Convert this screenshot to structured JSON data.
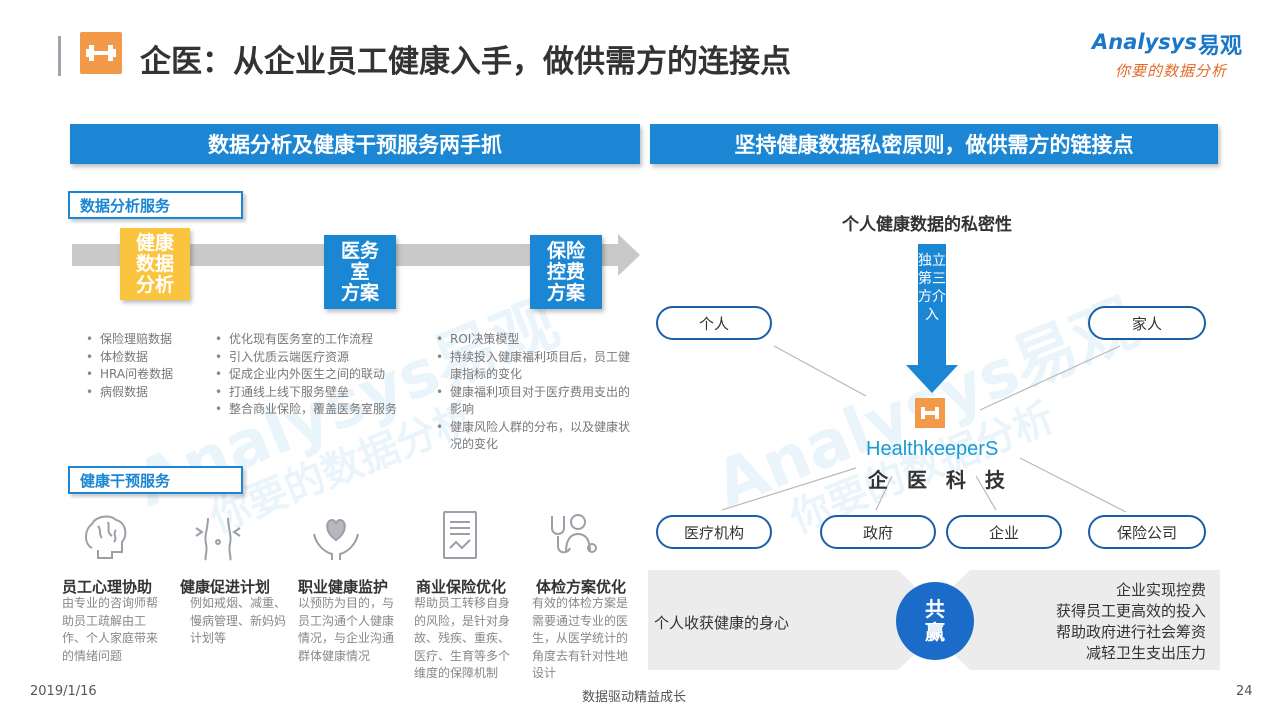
{
  "header": {
    "title": "企医：从企业员工健康入手，做供需方的连接点",
    "brand_en": "Analysys",
    "brand_cn": "易观",
    "brand_slogan": "你要的数据分析"
  },
  "left": {
    "band_title": "数据分析及健康干预服务两手抓",
    "data_section_label": "数据分析服务",
    "stages": [
      {
        "lines": [
          "健康",
          "数据",
          "分析"
        ],
        "color": "#fbc43e"
      },
      {
        "lines": [
          "医务",
          "室",
          "方案"
        ],
        "color": "#1b86d3"
      },
      {
        "lines": [
          "保险",
          "控费",
          "方案"
        ],
        "color": "#1b86d3"
      }
    ],
    "stage_bullets": [
      [
        "保险理赔数据",
        "体检数据",
        "HRA问卷数据",
        "病假数据"
      ],
      [
        "优化现有医务室的工作流程",
        "引入优质云端医疗资源",
        "促成企业内外医生之间的联动",
        "打通线上线下服务壁垒",
        "整合商业保险，覆盖医务室服务"
      ],
      [
        "ROI决策模型",
        "持续投入健康福利项目后，员工健康指标的变化",
        "健康福利项目对于医疗费用支出的影响",
        "健康风险人群的分布，以及健康状况的变化"
      ]
    ],
    "intervention_section_label": "健康干预服务",
    "services": [
      {
        "icon": "brain-icon",
        "title": "员工心理协助",
        "desc": "由专业的咨询师帮助员工疏解由工作、个人家庭带来的情绪问题"
      },
      {
        "icon": "body-icon",
        "title": "健康促进计划",
        "desc": "例如戒烟、减重、慢病管理、新妈妈计划等"
      },
      {
        "icon": "heart-hands-icon",
        "title": "职业健康监护",
        "desc": "以预防为目的，与员工沟通个人健康情况，与企业沟通群体健康情况"
      },
      {
        "icon": "document-icon",
        "title": "商业保险优化",
        "desc": "帮助员工转移自身的风险，是针对身故、残疾、重疾、医疗、生育等多个维度的保障机制"
      },
      {
        "icon": "doctor-icon",
        "title": "体检方案优化",
        "desc": "有效的体检方案是需要通过专业的医生，从医学统计的角度去有针对性地设计"
      }
    ]
  },
  "right": {
    "band_title": "坚持健康数据私密原则，做供需方的链接点",
    "privacy_title": "个人健康数据的私密性",
    "arrow_text": "独立第三方介入",
    "company_en": "HealthkeeperS",
    "company_cn": "企 医 科 技",
    "nodes_top": [
      "个人",
      "家人"
    ],
    "nodes_bottom": [
      "医疗机构",
      "政府",
      "企业",
      "保险公司"
    ],
    "win_left": "个人收获健康的身心",
    "win_center": [
      "共",
      "赢"
    ],
    "win_right": [
      "企业实现控费",
      "获得员工更高效的投入",
      "帮助政府进行社会筹资",
      "减轻卫生支出压力"
    ]
  },
  "footer": {
    "date": "2019/1/16",
    "center": "数据驱动精益成长",
    "page": "24"
  },
  "colors": {
    "accent_blue": "#1b86d3",
    "stage_yellow": "#fbc43e",
    "logo_orange": "#f39a4a"
  }
}
